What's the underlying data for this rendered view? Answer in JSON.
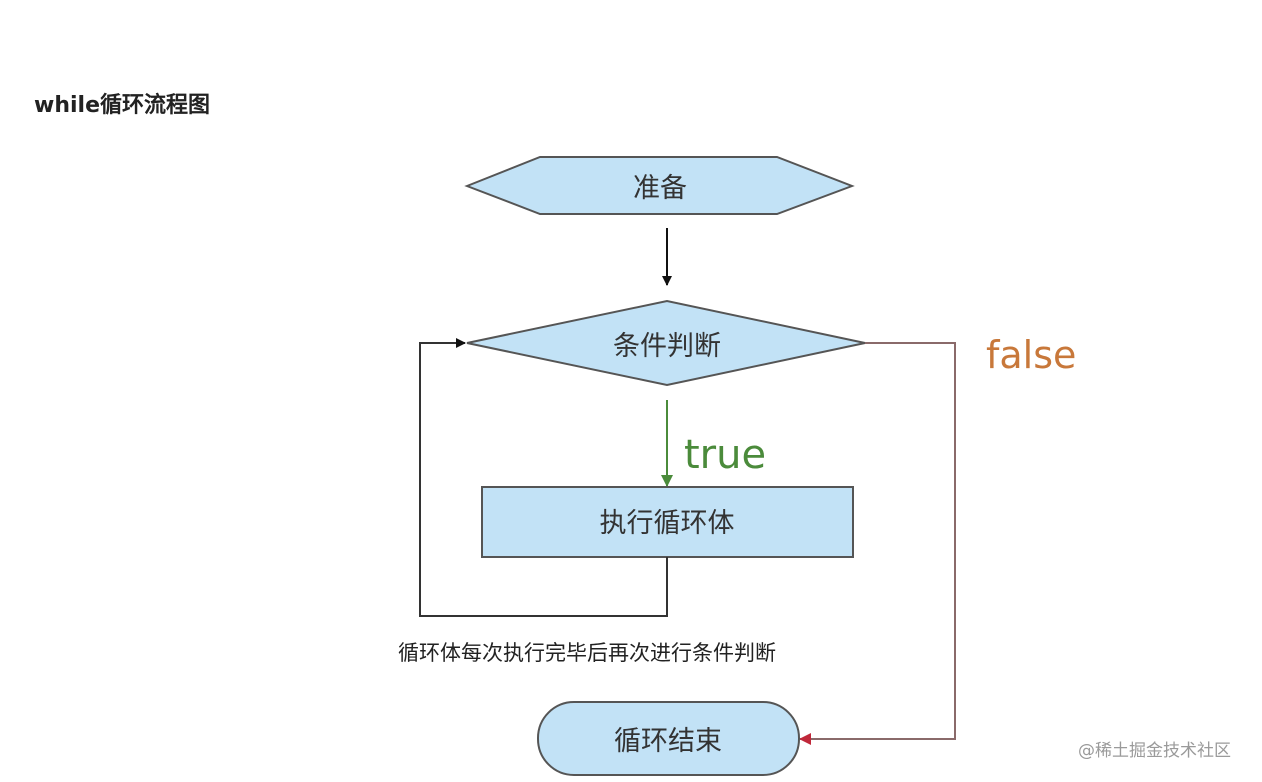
{
  "title": "while循环流程图",
  "nodes": {
    "prepare": "准备",
    "condition": "条件判断",
    "body": "执行循环体",
    "end": "循环结束"
  },
  "edge_labels": {
    "true": "true",
    "false": "false"
  },
  "note": "循环体每次执行完毕后再次进行条件判断",
  "watermark": "@稀土掘金技术社区",
  "colors": {
    "shape_fill": "#c2e2f6",
    "shape_stroke": "#555555",
    "true_color": "#4b8b3b",
    "false_color": "#c8783a",
    "false_line": "#8a6a6a",
    "false_arrow": "#c0283a"
  }
}
